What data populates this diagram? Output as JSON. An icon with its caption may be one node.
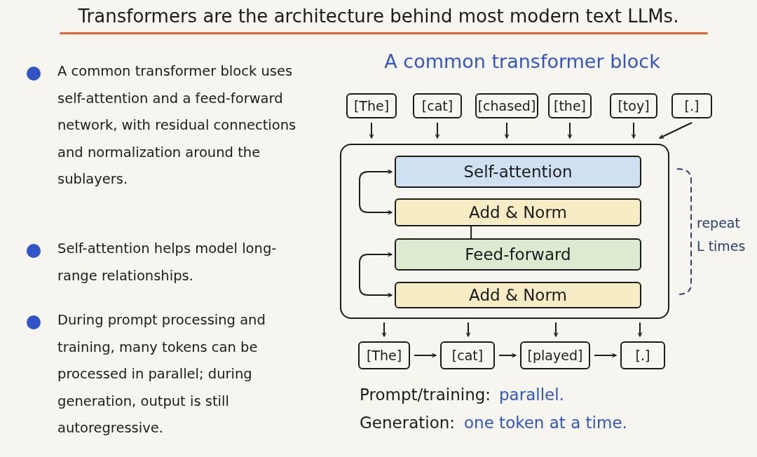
{
  "diagram": {
    "title": "Transformers are the architecture behind most modern text LLMs.",
    "nodes": [
      {
        "text": [
          "[The]"
        ]
      },
      {
        "text": [
          "[cat]"
        ]
      },
      {
        "text": [
          "[chased]"
        ]
      },
      {
        "text": [
          "[the]"
        ]
      },
      {
        "text": [
          "[toy]"
        ]
      },
      {
        "text": [
          "[.]"
        ]
      },
      {
        "text": [],
        "shape": "box"
      },
      {
        "text": [
          "Self-attention"
        ],
        "in": 6
      },
      {
        "text": [
          "Add & Norm"
        ],
        "in": 6
      },
      {
        "text": [
          "Feed-forward"
        ],
        "in": 6
      },
      {
        "text": [
          "Add & Norm"
        ],
        "in": 6
      },
      {
        "text": [
          "[The]"
        ]
      },
      {
        "text": [
          "[cat]"
        ]
      },
      {
        "text": [
          "[played]"
        ]
      },
      {
        "text": [
          "[.]"
        ]
      }
    ],
    "edges": [
      {
        "from": 0,
        "to": 6,
        "arrow": "to"
      },
      {
        "from": 1,
        "to": 6,
        "arrow": "to"
      },
      {
        "from": 2,
        "to": 6,
        "arrow": "to"
      },
      {
        "from": 3,
        "to": 6,
        "arrow": "to"
      },
      {
        "from": 4,
        "to": 6,
        "arrow": "to"
      },
      {
        "from": 5,
        "to": 6,
        "arrow": "to"
      },
      {
        "from": 7,
        "to": 8,
        "arrow": "both"
      },
      {
        "from": 8,
        "to": 9,
        "arrow": "none"
      },
      {
        "from": 9,
        "to": 10,
        "arrow": "both"
      },
      {
        "from": 6,
        "to": 11,
        "arrow": "to"
      },
      {
        "from": 6,
        "to": 12,
        "arrow": "to"
      },
      {
        "from": 6,
        "to": 13,
        "arrow": "to"
      },
      {
        "from": 6,
        "to": 14,
        "arrow": "to"
      },
      {
        "from": 11,
        "to": 12,
        "arrow": "to"
      },
      {
        "from": 12,
        "to": 13,
        "arrow": "to"
      },
      {
        "from": 13,
        "to": 14,
        "arrow": "to"
      }
    ],
    "labels": [
      "A common transformer block uses self-attention and a feed-forward network, with residual connections and normalization around the sublayers.",
      "Self-attention helps model long-range relationships.",
      "During prompt processing and training, many tokens can be processed in parallel; during generation, output is still autoregressive.",
      "A common transformer block",
      "repeat L times",
      "Prompt/training:",
      "parallel.",
      "Generation:",
      "one token at a time."
    ]
  }
}
